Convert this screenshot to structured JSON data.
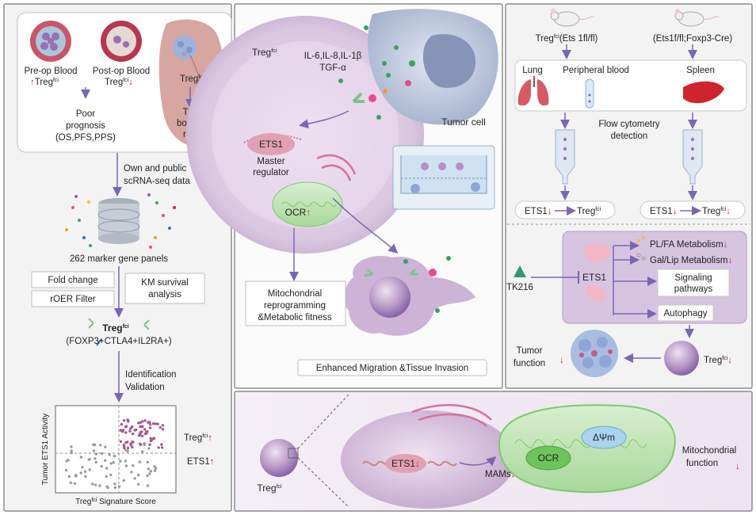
{
  "panel_a": {
    "preop_line1": "Pre-op Blood",
    "preop_line2": "Treg",
    "postop_line1": "Post-op Blood",
    "postop_line2": "Treg",
    "tumor_treg": "Treg",
    "fci": "fci",
    "arrow_up": "↑",
    "arrow_down": "↓",
    "tumor_region_1": "Tumor",
    "tumor_region_2": "boundary",
    "tumor_region_3": "region",
    "prognosis_1": "Poor",
    "prognosis_2": "prognosis",
    "prognosis_3": "(OS,PFS,PPS)",
    "data_1": "Own and public",
    "data_2": "scRNA-seq data",
    "marker_panels": "262 marker gene panels",
    "fold_change": "Fold change",
    "roer_filter": "rOER Filter",
    "km_1": "KM survival",
    "km_2": "analysis",
    "treg_label": "Treg",
    "formula": "(FOXP3+CTLA4+IL2RA+)",
    "ident_1": "Identification",
    "ident_2": "Validation",
    "plot_ylabel": "Tumor ETS1 Activity",
    "plot_xlabel": "Treg",
    "plot_xlabel_suffix": " Signature Score",
    "plot_treg": "Treg",
    "plot_ets1": "ETS1"
  },
  "panel_b": {
    "treg": "Treg",
    "fci": "fci",
    "cytokines_1": "IL-6,IL-8,IL-1β",
    "cytokines_2": "TGF-α",
    "tumor_cell": "Tumor cell",
    "ets1": "ETS1",
    "master_1": "Master",
    "master_2": "regulator",
    "ocr": "OCR",
    "arrow_up": "↑",
    "mito_1": "Mitochondrial",
    "mito_2": "reprogramming",
    "mito_3": "&Metabolic fitness",
    "migration": "Enhanced Migration &Tissue Invasion"
  },
  "panel_c": {
    "mouse1_a": "Treg",
    "mouse1_sup": "fci",
    "mouse1_b": "(Ets 1fl/fl)",
    "mouse2": "(Ets1f/fl;Foxp3-Cre)",
    "lung": "Lung",
    "blood": "Peripheral blood",
    "spleen": "Spleen",
    "flow_1": "Flow cytometry",
    "flow_2": "detection",
    "ets1": "ETS1",
    "treg": "Treg",
    "fci": "fci",
    "arrow_down": "↓"
  },
  "panel_d": {
    "tk216": "TK216",
    "ets1": "ETS1",
    "plfa": "PL/FA Metabolism",
    "gallip": "Gal/Lip Metabolism",
    "signal_1": "Signaling",
    "signal_2": "pathways",
    "autophagy": "Autophagy",
    "tumor_1": "Tumor",
    "tumor_2": "function",
    "treg": "Treg",
    "fci": "fci",
    "arrow_down": "↓"
  },
  "panel_e": {
    "treg": "Treg",
    "fci": "fci",
    "ets1": "ETS1",
    "mams": "MAMs",
    "ocr": "OCR",
    "dpsi": "ΔΨm",
    "mito_1": "Mitochondrial",
    "mito_2": "function",
    "arrow_down": "↓"
  },
  "colors": {
    "treg_purple": "#8a63a8",
    "ets1_pink": "#e2a0b4",
    "ocr_green": "#7ec96b",
    "psi_blue": "#a9d3ef",
    "red_arrow": "#d0242c",
    "arrow_purple": "#7a66b3",
    "panel_border": "#8c8c8c"
  }
}
